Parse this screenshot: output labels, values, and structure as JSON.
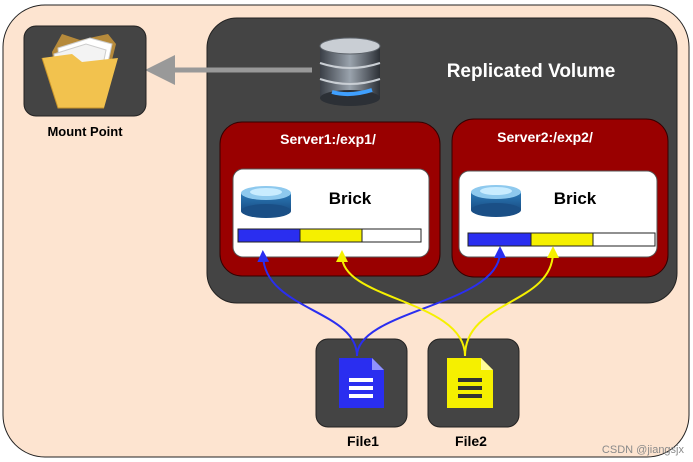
{
  "volume": {
    "title": "Replicated Volume"
  },
  "mount": {
    "label": "Mount Point",
    "icon": "folder-icon"
  },
  "servers": [
    {
      "label": "Server1:/exp1/",
      "brick_label": "Brick"
    },
    {
      "label": "Server2:/exp2/",
      "brick_label": "Brick"
    }
  ],
  "files": [
    {
      "label": "File1",
      "color": "#2a2ef0"
    },
    {
      "label": "File2",
      "color": "#f5f000"
    }
  ],
  "watermark": "CSDN @jiangsjx",
  "colors": {
    "canvas_bg": "#fde4d0",
    "volume_bg": "#444444",
    "server_bg": "#990000",
    "file1": "#2a2ef0",
    "file2": "#f5f000",
    "arrow_gray": "#999999"
  }
}
